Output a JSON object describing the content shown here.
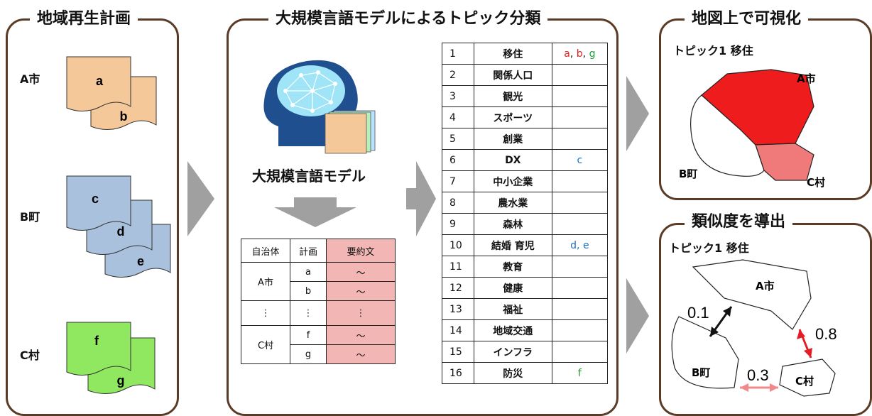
{
  "panels": {
    "plans_title": "地域再生計画",
    "classify_title": "大規模言語モデルによるトピック分類",
    "map_title": "地図上で可視化",
    "sim_title": "類似度を導出"
  },
  "municipalities": [
    {
      "name": "A市",
      "docs": [
        "a",
        "b"
      ]
    },
    {
      "name": "B町",
      "docs": [
        "c",
        "d",
        "e"
      ]
    },
    {
      "name": "C村",
      "docs": [
        "f",
        "g"
      ]
    }
  ],
  "model_label": "大規模言語モデル",
  "summary_table": {
    "headers": [
      "自治体",
      "計画",
      "要約文"
    ],
    "rows": [
      {
        "muni": "A市",
        "plans": [
          "a",
          "b"
        ],
        "summaries": [
          "～",
          "～"
        ]
      },
      {
        "muni": "⋮",
        "plans": [
          "⋮"
        ],
        "summaries": [
          "⋮"
        ]
      },
      {
        "muni": "C村",
        "plans": [
          "f",
          "g"
        ],
        "summaries": [
          "～",
          "～"
        ]
      }
    ]
  },
  "topics": [
    {
      "num": "1",
      "name": "移住",
      "docs": [
        {
          "t": "a",
          "c": "#e02020"
        },
        {
          "t": ", ",
          "c": "#111111"
        },
        {
          "t": "b",
          "c": "#e02020"
        },
        {
          "t": ", ",
          "c": "#111111"
        },
        {
          "t": "g",
          "c": "#1e9a2e"
        }
      ]
    },
    {
      "num": "2",
      "name": "関係人口",
      "docs": []
    },
    {
      "num": "3",
      "name": "観光",
      "docs": []
    },
    {
      "num": "4",
      "name": "スポーツ",
      "docs": []
    },
    {
      "num": "5",
      "name": "創業",
      "docs": []
    },
    {
      "num": "6",
      "name": "DX",
      "docs": [
        {
          "t": "c",
          "c": "#1f6fc1"
        }
      ]
    },
    {
      "num": "7",
      "name": "中小企業",
      "docs": []
    },
    {
      "num": "8",
      "name": "農水業",
      "docs": []
    },
    {
      "num": "9",
      "name": "森林",
      "docs": []
    },
    {
      "num": "10",
      "name": "結婚 育児",
      "docs": [
        {
          "t": "d, e",
          "c": "#1f6fc1"
        }
      ]
    },
    {
      "num": "11",
      "name": "教育",
      "docs": []
    },
    {
      "num": "12",
      "name": "健康",
      "docs": []
    },
    {
      "num": "13",
      "name": "福祉",
      "docs": []
    },
    {
      "num": "14",
      "name": "地域交通",
      "docs": []
    },
    {
      "num": "15",
      "name": "インフラ",
      "docs": []
    },
    {
      "num": "16",
      "name": "防災",
      "docs": [
        {
          "t": "f",
          "c": "#1e9a2e"
        }
      ]
    }
  ],
  "map": {
    "topic_label": "トピック1 移住",
    "a_label": "A市",
    "b_label": "B町",
    "c_label": "C村"
  },
  "similarity": {
    "topic_label": "トピック1 移住",
    "a_label": "A市",
    "b_label": "B町",
    "c_label": "C村",
    "ab": "0.1",
    "ac": "0.8",
    "bc": "0.3"
  },
  "colors": {
    "border": "#5a3b26",
    "docA": "#f5c89a",
    "docB": "#a9c1dd",
    "docC": "#8fe860",
    "mapA": "#ee1c1c",
    "mapC": "#f07a7a",
    "summary_pink": "#f2b7b5",
    "chevron": "#a0a0a0"
  }
}
